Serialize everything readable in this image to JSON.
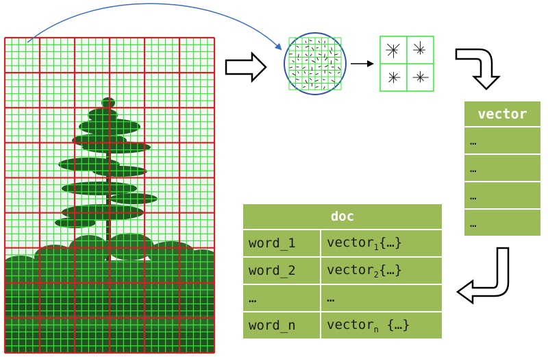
{
  "vector_table": {
    "header": "vector",
    "rows": [
      "…",
      "…",
      "…",
      "…"
    ]
  },
  "doc_table": {
    "header": "doc",
    "rows": [
      {
        "word": "word_1",
        "vec": "vector",
        "sub": "1",
        "suffix": "{…}"
      },
      {
        "word": "word_2",
        "vec": "vector",
        "sub": "2",
        "suffix": "{…}"
      },
      {
        "word": "…",
        "vec": "…",
        "sub": "",
        "suffix": ""
      },
      {
        "word": "word_n",
        "vec": "vector",
        "sub": "n",
        "suffix": " {…}"
      }
    ]
  },
  "colors": {
    "table_fill": "#9bbb59",
    "coarse_grid": "#d42020",
    "fine_grid": "#35e835",
    "circle": "#2f4fb0"
  },
  "icons": [
    "tree-image",
    "curved-arrow-icon",
    "block-arrow-right-icon",
    "descriptor-circle-icon",
    "small-arrow-icon",
    "gradient-histograms-icon",
    "u-turn-arrow-icon"
  ]
}
